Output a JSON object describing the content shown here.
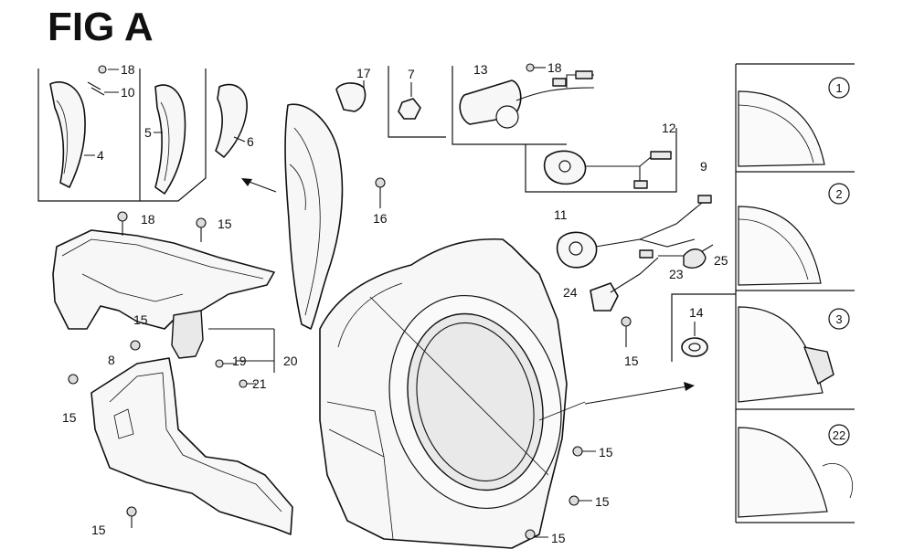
{
  "figure": {
    "title": "FIG A",
    "callouts": {
      "c18a": "18",
      "c10": "10",
      "c4": "4",
      "c5": "5",
      "c6": "6",
      "c17": "17",
      "c7": "7",
      "c13": "13",
      "c18b": "18",
      "c12": "12",
      "c16": "16",
      "c18c": "18",
      "c15a": "15",
      "c9": "9",
      "c11": "11",
      "c25": "25",
      "c23": "23",
      "c24": "24",
      "c14": "14",
      "c15b": "15",
      "c15c": "15",
      "c8": "8",
      "c19": "19",
      "c20": "20",
      "c21": "21",
      "c15d": "15",
      "c15e": "15",
      "c15f": "15",
      "c15g": "15",
      "c15h": "15"
    },
    "detail_refs": [
      "1",
      "2",
      "3",
      "22"
    ]
  }
}
